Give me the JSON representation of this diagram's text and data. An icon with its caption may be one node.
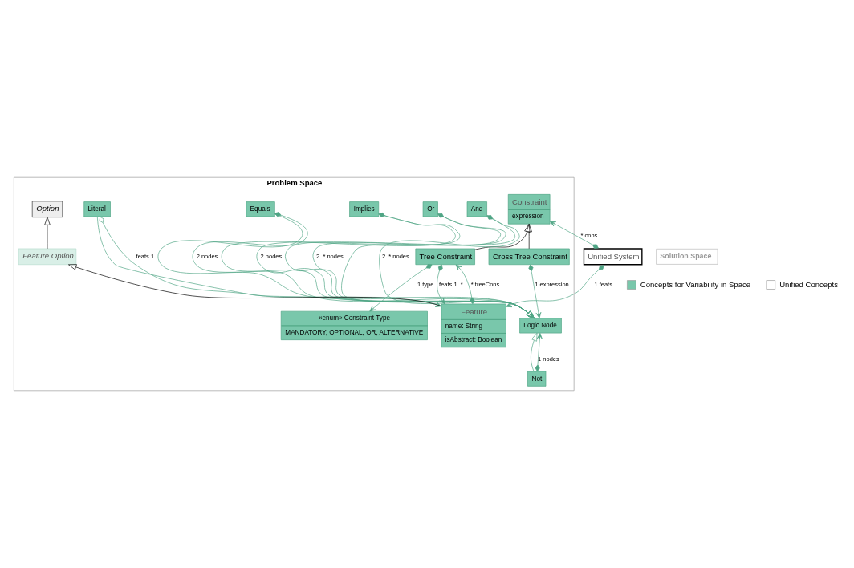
{
  "diagram": {
    "nodes": [
      {
        "text": [
          "Problem Space"
        ]
      },
      {
        "text": [
          "Solution Space"
        ]
      },
      {
        "text": [
          "Cross Tree Constraint"
        ],
        "in": 0
      },
      {
        "text": [
          "Constraint",
          "expression"
        ],
        "in": 0
      },
      {
        "text": [
          "Tree Constraint"
        ],
        "in": 0
      },
      {
        "text": [
          "Unified System"
        ]
      },
      {
        "text": [
          "Logic Node"
        ],
        "in": 0
      },
      {
        "text": [
          "Not"
        ],
        "in": 0
      },
      {
        "text": [
          "And"
        ],
        "in": 0
      },
      {
        "text": [
          "Or"
        ],
        "in": 0
      },
      {
        "text": [
          "Implies"
        ],
        "in": 0
      },
      {
        "text": [
          "Equals"
        ],
        "in": 0
      },
      {
        "text": [
          "Literal"
        ],
        "in": 0
      },
      {
        "text": [
          "«enum» Constraint Type",
          "MANDATORY, OPTIONAL, OR, ALTERNATIVE"
        ],
        "in": 0
      },
      {
        "text": [
          "Option"
        ],
        "in": 0
      },
      {
        "text": [
          "Feature Option"
        ],
        "in": 0
      },
      {
        "text": [
          "Feature",
          "name: String",
          "isAbstract: Boolean"
        ],
        "in": 0
      }
    ],
    "edges": [
      {
        "from": 2,
        "to": 6,
        "arrow": "to",
        "label": "1 expression"
      },
      {
        "from": 2,
        "to": 3,
        "arrow": "to",
        "color": "#000000"
      },
      {
        "from": 4,
        "to": 3,
        "arrow": "to",
        "color": "#000000"
      },
      {
        "from": 5,
        "to": 3,
        "arrow": "to",
        "label": "* cons"
      },
      {
        "from": 5,
        "to": 16,
        "arrow": "to",
        "label": "1 feats"
      },
      {
        "from": 4,
        "to": 13,
        "arrow": "to",
        "label": "1 type"
      },
      {
        "from": 4,
        "to": 16,
        "arrow": "to",
        "label": "feats 1..*"
      },
      {
        "from": 16,
        "to": 4,
        "arrow": "to",
        "label": "* treeCons"
      },
      {
        "from": 15,
        "to": 14,
        "arrow": "to",
        "color": "#000000"
      },
      {
        "from": 16,
        "to": 15,
        "arrow": "to",
        "color": "#000000"
      },
      {
        "from": 7,
        "to": 6,
        "arrow": "to"
      },
      {
        "from": 8,
        "to": 6,
        "arrow": "to"
      },
      {
        "from": 9,
        "to": 6,
        "arrow": "to"
      },
      {
        "from": 10,
        "to": 6,
        "arrow": "to"
      },
      {
        "from": 11,
        "to": 6,
        "arrow": "to"
      },
      {
        "from": 12,
        "to": 6,
        "arrow": "to"
      },
      {
        "from": 7,
        "to": 6,
        "arrow": "to",
        "label": "1 nodes"
      },
      {
        "from": 8,
        "to": 6,
        "arrow": "to",
        "label": "2..* nodes"
      },
      {
        "from": 9,
        "to": 6,
        "arrow": "to",
        "label": "2..* nodes"
      },
      {
        "from": 10,
        "to": 6,
        "arrow": "to",
        "label": "2 nodes"
      },
      {
        "from": 11,
        "to": 6,
        "arrow": "to",
        "label": "2 nodes"
      },
      {
        "from": 12,
        "to": 16,
        "arrow": "to",
        "label": "feats 1"
      }
    ],
    "legend": [
      {
        "text": "Concepts for Variability in Space",
        "color": "#79c7ab"
      },
      {
        "text": "Unified Concepts",
        "color": "#ffffff"
      }
    ]
  }
}
